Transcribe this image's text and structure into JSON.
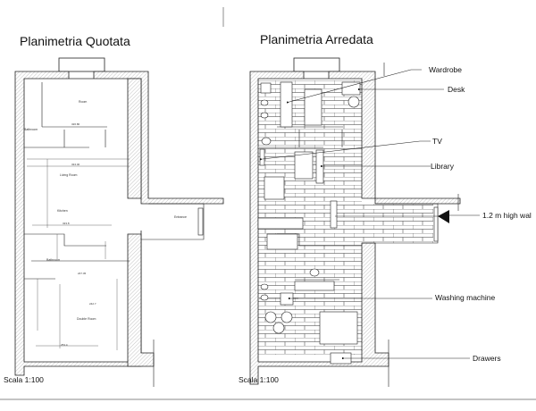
{
  "left_plan": {
    "title": "Planimetria Quotata",
    "scale": "Scala 1:100",
    "rooms": [
      "Room",
      "Bathroom",
      "Living Room",
      "Kitchen",
      "Entrance",
      "Bathroom",
      "Double Room"
    ],
    "dimensions": [
      "326.80",
      "324.40",
      "323.8",
      "242.7",
      "253.4",
      "247.45"
    ]
  },
  "right_plan": {
    "title": "Planimetria Arredata",
    "scale": "Scala 1:100",
    "annotations": {
      "wardrobe": "Wardrobe",
      "desk": "Desk",
      "tv": "TV",
      "library": "Library",
      "wall": "1.2 m high wal",
      "washing_machine": "Washing machine",
      "drawers": "Drawers"
    }
  }
}
